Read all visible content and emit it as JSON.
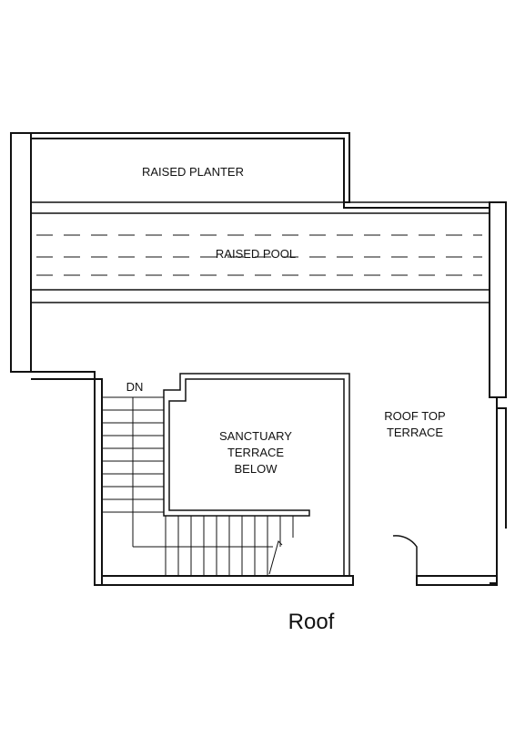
{
  "plan": {
    "title": "Roof",
    "rooms": {
      "raised_planter": "RAISED PLANTER",
      "raised_pool": "RAISED POOL",
      "sanctuary_1": "SANCTUARY",
      "sanctuary_2": "TERRACE",
      "sanctuary_3": "BELOW",
      "roof_top_1": "ROOF TOP",
      "roof_top_2": "TERRACE"
    },
    "stair_label": "DN"
  },
  "colors": {
    "line": "#111111",
    "wall_fill": "#ffffff"
  }
}
